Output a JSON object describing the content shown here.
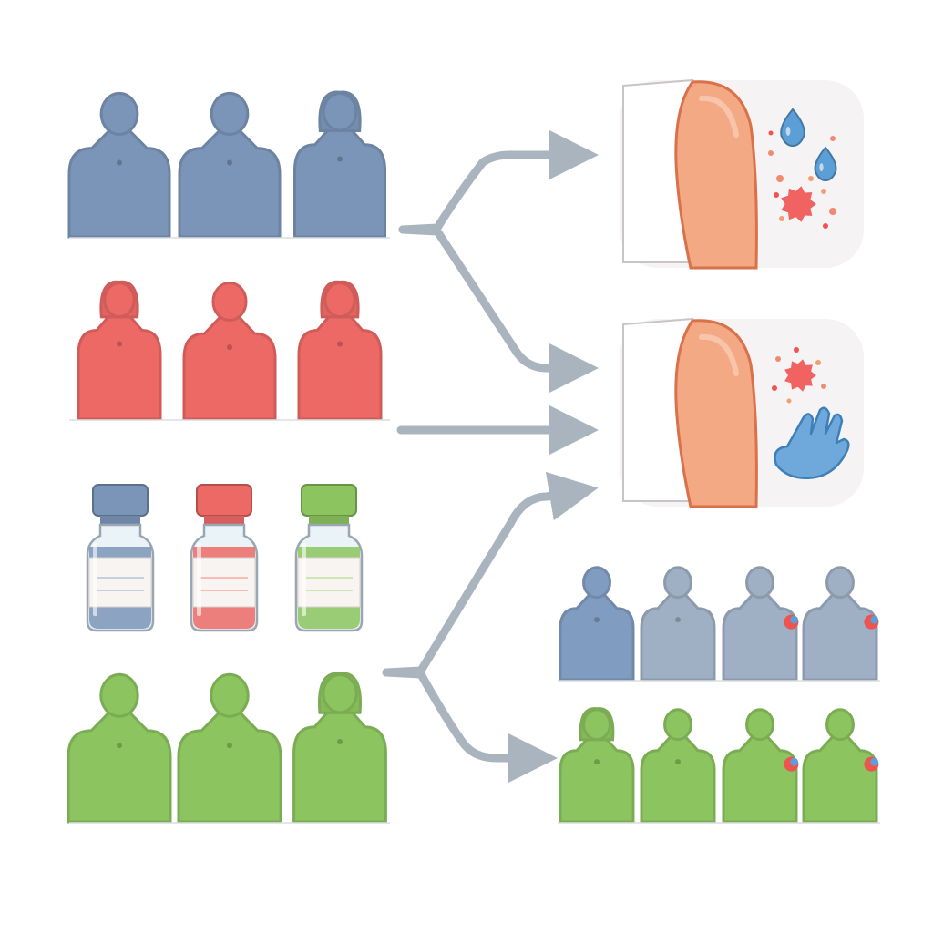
{
  "colors": {
    "blue": "#7b95b8",
    "blue_light": "#9fb0c4",
    "red": "#ec6966",
    "green": "#8cc45f",
    "arrow": "#a9b4be",
    "skin": "#f4a985",
    "skin_outline": "#d9714a",
    "panel_bg": "#f6f3f5",
    "cloth": "#ffffff",
    "droplet": "#5b9fd6",
    "rash": "#ef5350",
    "glass": "#eaf3f8"
  },
  "diagram": {
    "groups": [
      {
        "name": "blue-group",
        "color": "blue",
        "members": [
          "man",
          "man",
          "woman"
        ]
      },
      {
        "name": "red-group",
        "color": "red",
        "members": [
          "woman",
          "man",
          "woman"
        ]
      },
      {
        "name": "green-group",
        "color": "green",
        "members": [
          "man",
          "man",
          "woman"
        ]
      }
    ],
    "vials": [
      {
        "name": "blue-vial",
        "color": "blue"
      },
      {
        "name": "red-vial",
        "color": "red"
      },
      {
        "name": "green-vial",
        "color": "green"
      }
    ],
    "outcomes": [
      {
        "name": "arm-panel-droplets-rash",
        "icons": [
          "droplet-icon",
          "rash-icon"
        ]
      },
      {
        "name": "arm-panel-rash-hand",
        "icons": [
          "rash-icon",
          "hand-icon"
        ]
      }
    ],
    "result_groups": [
      {
        "name": "blue-result-group",
        "color": "blue_light",
        "count": 4,
        "reactions_on": [
          2,
          3
        ]
      },
      {
        "name": "green-result-group",
        "color": "green",
        "count": 4,
        "reactions_on": [
          2,
          3
        ]
      }
    ],
    "icon_names": [
      "person-icon",
      "vial-icon",
      "arrow-icon",
      "arm-icon",
      "droplet-icon",
      "rash-icon",
      "hand-icon",
      "reaction-marker-icon"
    ]
  }
}
